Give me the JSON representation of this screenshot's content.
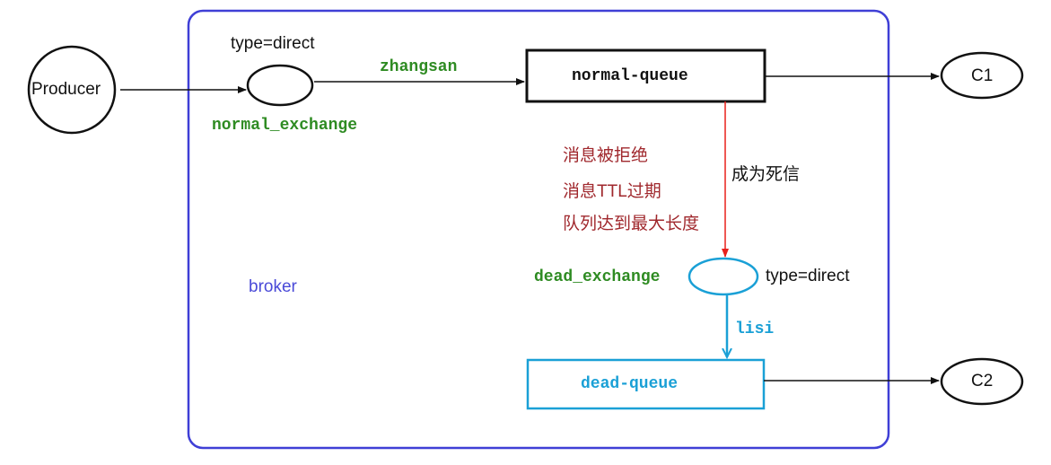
{
  "broker_label": "broker",
  "producer": {
    "label": "Producer"
  },
  "normal_exchange": {
    "name": "normal_exchange",
    "type": "type=direct"
  },
  "normal_routing_key": "zhangsan",
  "normal_queue": {
    "label": "normal-queue"
  },
  "consumer_1": {
    "label": "C1"
  },
  "dead_letter_reasons": [
    "消息被拒绝",
    "消息TTL过期",
    "队列达到最大长度"
  ],
  "dead_letter_label": "成为死信",
  "dead_exchange": {
    "name": "dead_exchange",
    "type": "type=direct"
  },
  "dead_routing_key": "lisi",
  "dead_queue": {
    "label": "dead-queue"
  },
  "consumer_2": {
    "label": "C2"
  },
  "colors": {
    "broker_border": "#3f3fd6",
    "routing_green": "#2e8b22",
    "dead_reason_red": "#a0282d",
    "dead_letter_arrow": "#e8201c",
    "dead_blue": "#1aa0d6",
    "line_black": "#111111"
  }
}
